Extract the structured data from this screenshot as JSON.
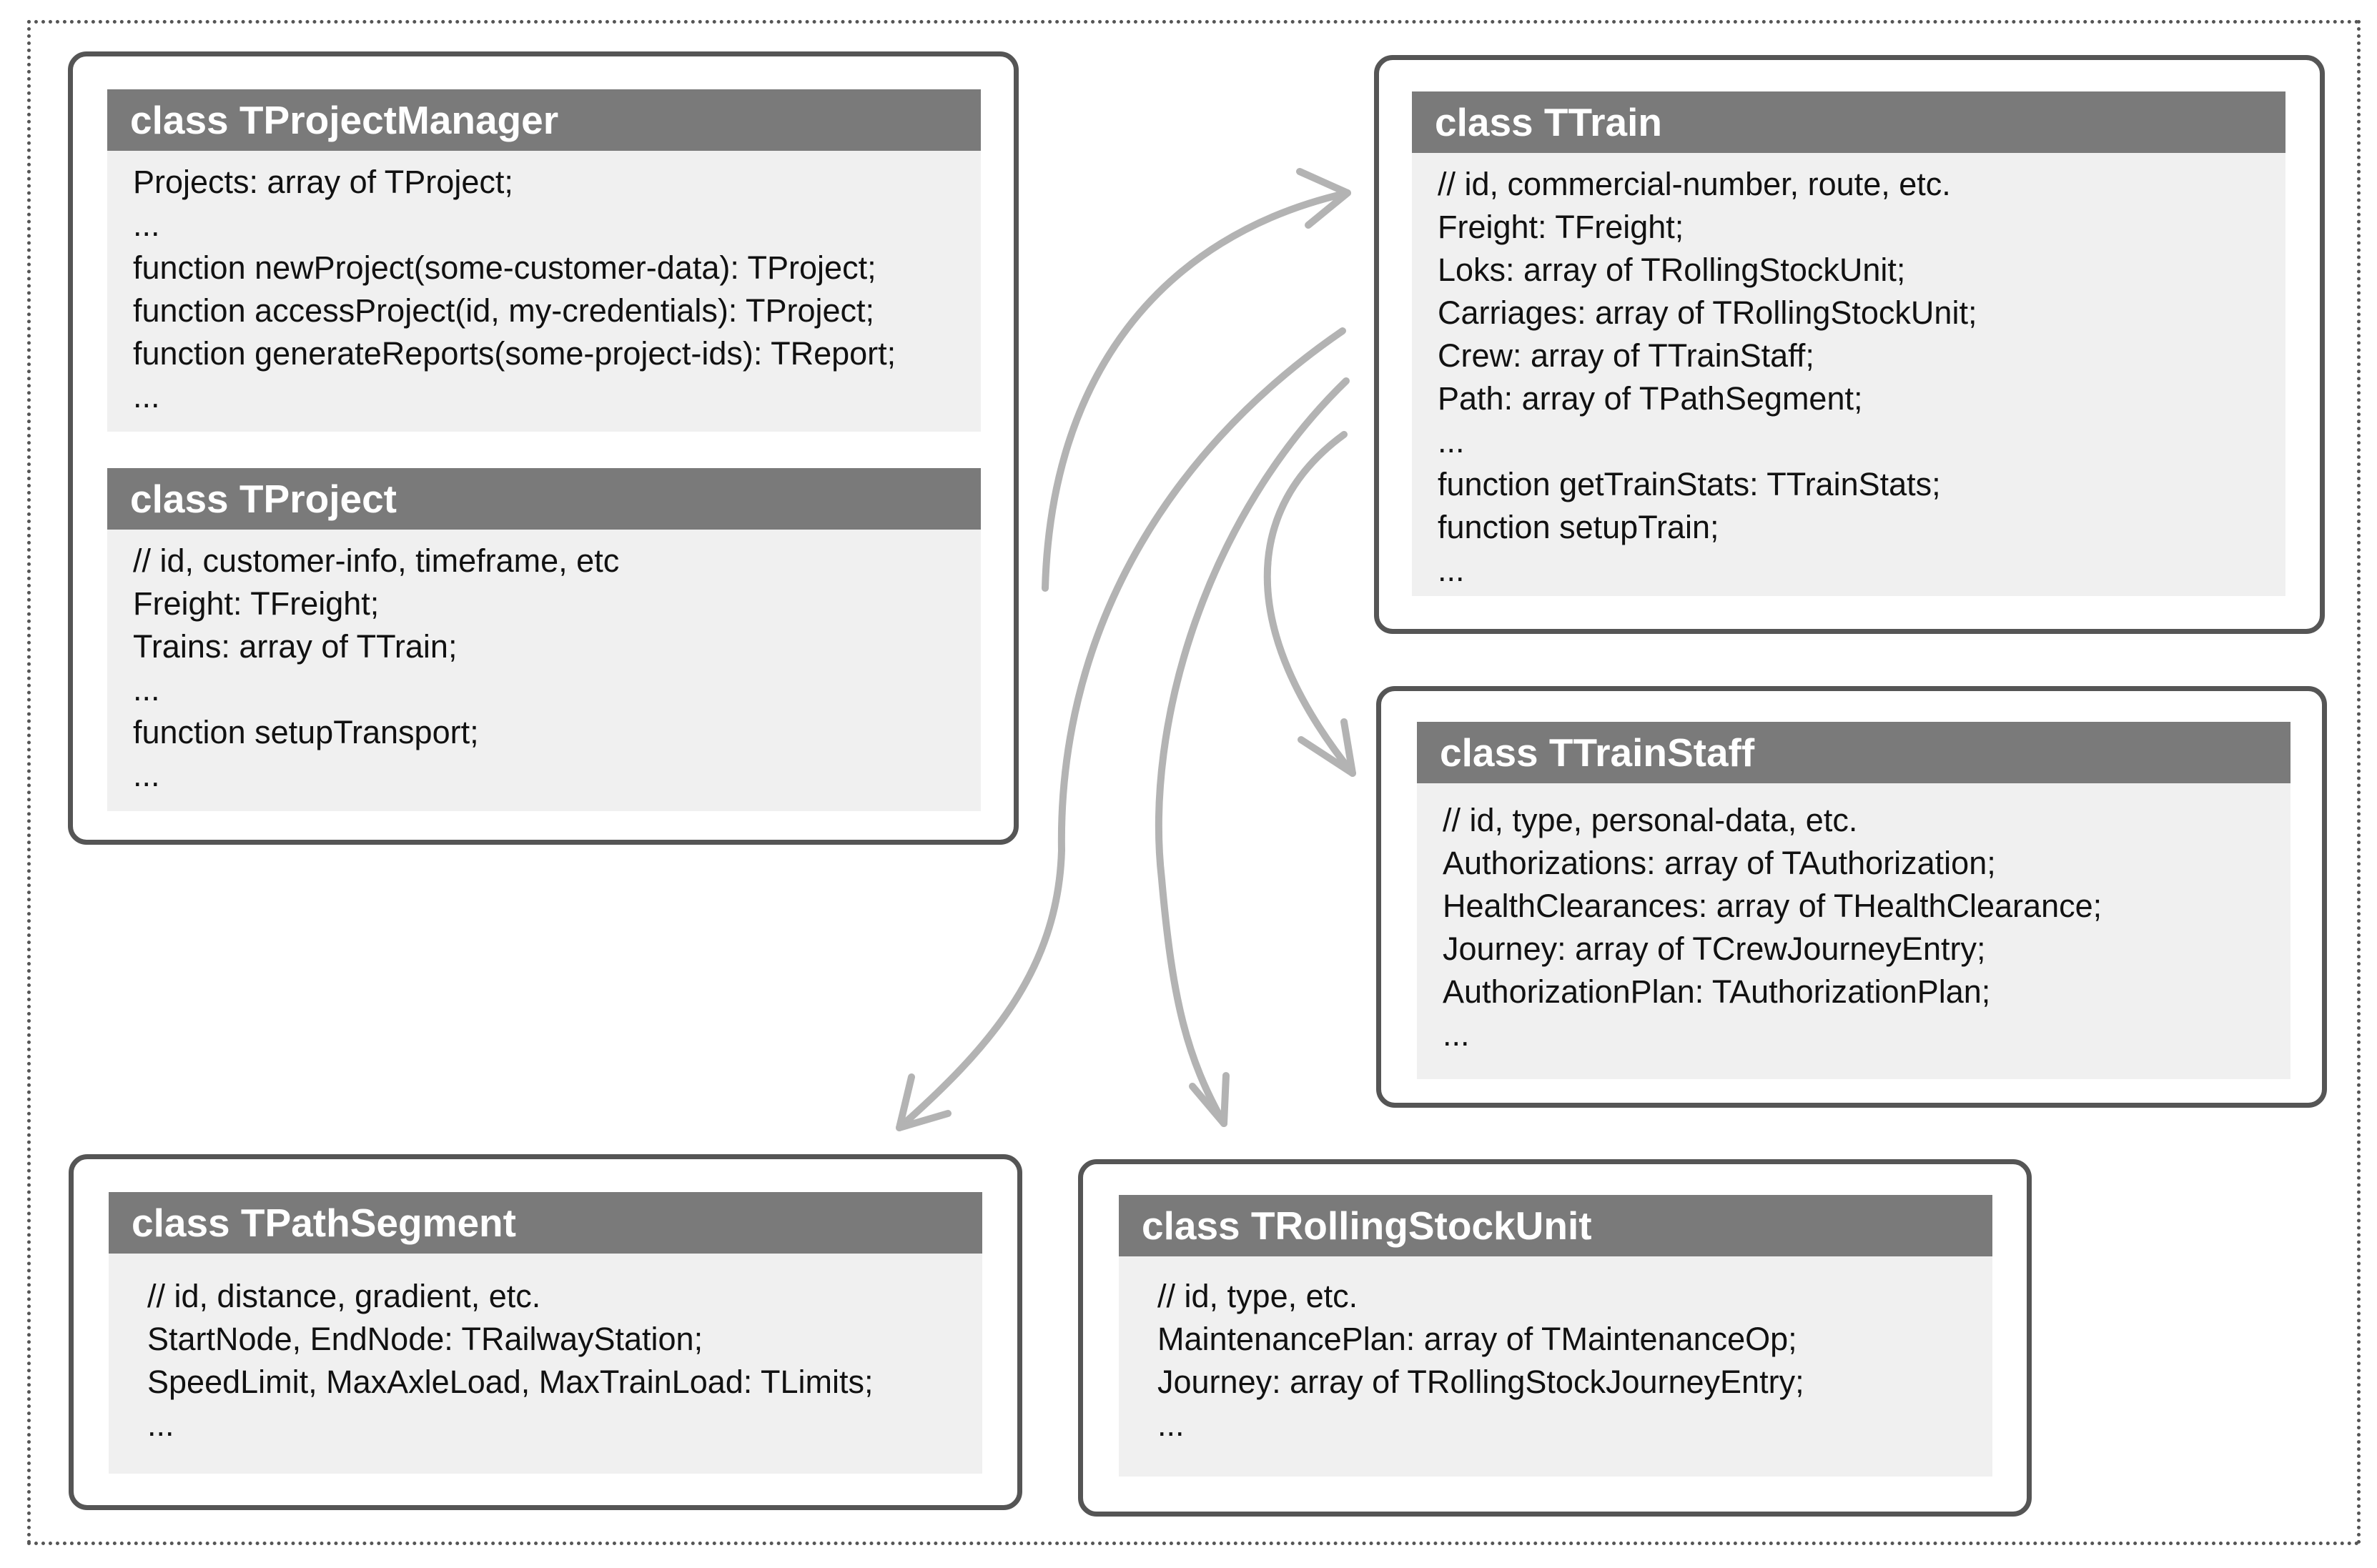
{
  "classes": [
    {
      "title": "class TProjectManager",
      "lines": [
        "Projects: array of TProject;",
        "...",
        "function newProject(some-customer-data): TProject;",
        "function accessProject(id, my-credentials): TProject;",
        "function generateReports(some-project-ids): TReport;",
        "..."
      ]
    },
    {
      "title": "class TProject",
      "lines": [
        "// id, customer-info, timeframe, etc",
        "Freight: TFreight;",
        "Trains: array of TTrain;",
        "...",
        "function setupTransport;",
        "..."
      ]
    },
    {
      "title": "class TTrain",
      "lines": [
        "// id, commercial-number, route, etc.",
        "Freight: TFreight;",
        "Loks: array of TRollingStockUnit;",
        "Carriages: array of TRollingStockUnit;",
        "Crew: array of TTrainStaff;",
        "Path: array of TPathSegment;",
        "...",
        "function getTrainStats: TTrainStats;",
        "function setupTrain;",
        "..."
      ]
    },
    {
      "title": "class TTrainStaff",
      "lines": [
        "// id, type, personal-data, etc.",
        "Authorizations: array of TAuthorization;",
        "HealthClearances: array of THealthClearance;",
        "Journey: array of TCrewJourneyEntry;",
        "AuthorizationPlan: TAuthorizationPlan;",
        "..."
      ]
    },
    {
      "title": "class TPathSegment",
      "lines": [
        "// id, distance, gradient, etc.",
        "StartNode, EndNode: TRailwayStation;",
        "SpeedLimit, MaxAxleLoad, MaxTrainLoad: TLimits;",
        "..."
      ]
    },
    {
      "title": "class TRollingStockUnit",
      "lines": [
        "// id, type, etc.",
        "MaintenancePlan: array of TMaintenanceOp;",
        "Journey: array of TRollingStockJourneyEntry;",
        "..."
      ]
    }
  ],
  "colors": {
    "header": "#7a7a7a",
    "body": "#f0f0f0",
    "border": "#555555",
    "arrow": "#b3b3b3"
  }
}
